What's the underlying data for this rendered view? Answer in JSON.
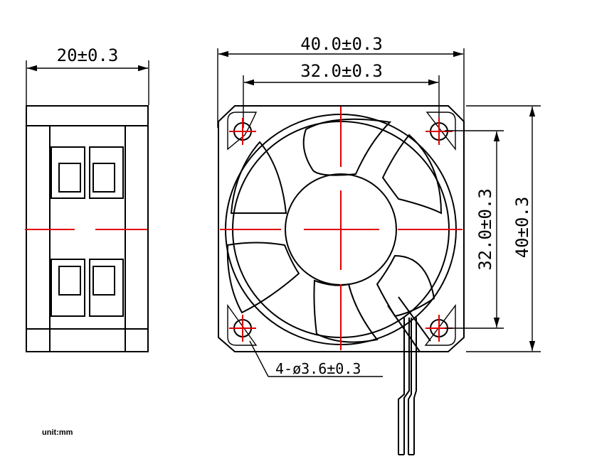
{
  "dimensions": {
    "side_width": "20±0.3",
    "front_width": "40.0±0.3",
    "hole_spacing_h": "32.0±0.3",
    "hole_spacing_v": "32.0±0.3",
    "front_height": "40±0.3",
    "mount_holes": "4-ø3.6±0.3"
  },
  "unit_label": "unit:mm",
  "colors": {
    "outline": "#000000",
    "centerline": "#e00000",
    "background": "#ffffff"
  }
}
